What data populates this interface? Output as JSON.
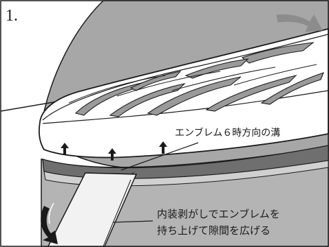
{
  "step": {
    "number": "1."
  },
  "callouts": {
    "groove_label": "エンブレム６時方向の溝",
    "pry_line_1": "内装剥がしでエンブレムを",
    "pry_line_2": "持ち上げて隙間を広げる"
  },
  "colors": {
    "hood_gray": "#a7a7a7",
    "emblem_white": "#ffffff",
    "groove_shadow": "#6f6f6f",
    "tool_white": "#f2f2f2",
    "outline": "#1a1a1a"
  },
  "icons": {
    "rotation_arrow": "curved-arrow-icon",
    "lift_arrows": "up-arrow-icon",
    "tool": "trim-removal-tool"
  }
}
